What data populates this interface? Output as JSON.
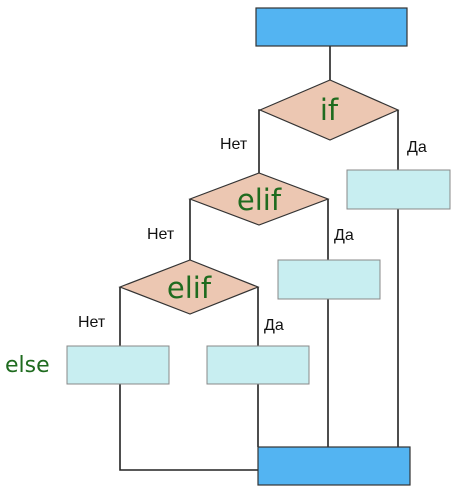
{
  "diagram": {
    "decisions": [
      {
        "id": "if",
        "label": "if"
      },
      {
        "id": "elif1",
        "label": "elif"
      },
      {
        "id": "elif2",
        "label": "elif"
      }
    ],
    "edge_labels": {
      "no_1": "Нет",
      "yes_1": "Да",
      "no_2": "Нет",
      "yes_2": "Да",
      "no_3": "Нет",
      "yes_3": "Да"
    },
    "else_label": "else",
    "colors": {
      "terminal": "#53b4f2",
      "process": "#c8eef1",
      "decision": "#ecc7b2",
      "stroke": "#222222",
      "decision_text": "#1f6b1f"
    }
  }
}
